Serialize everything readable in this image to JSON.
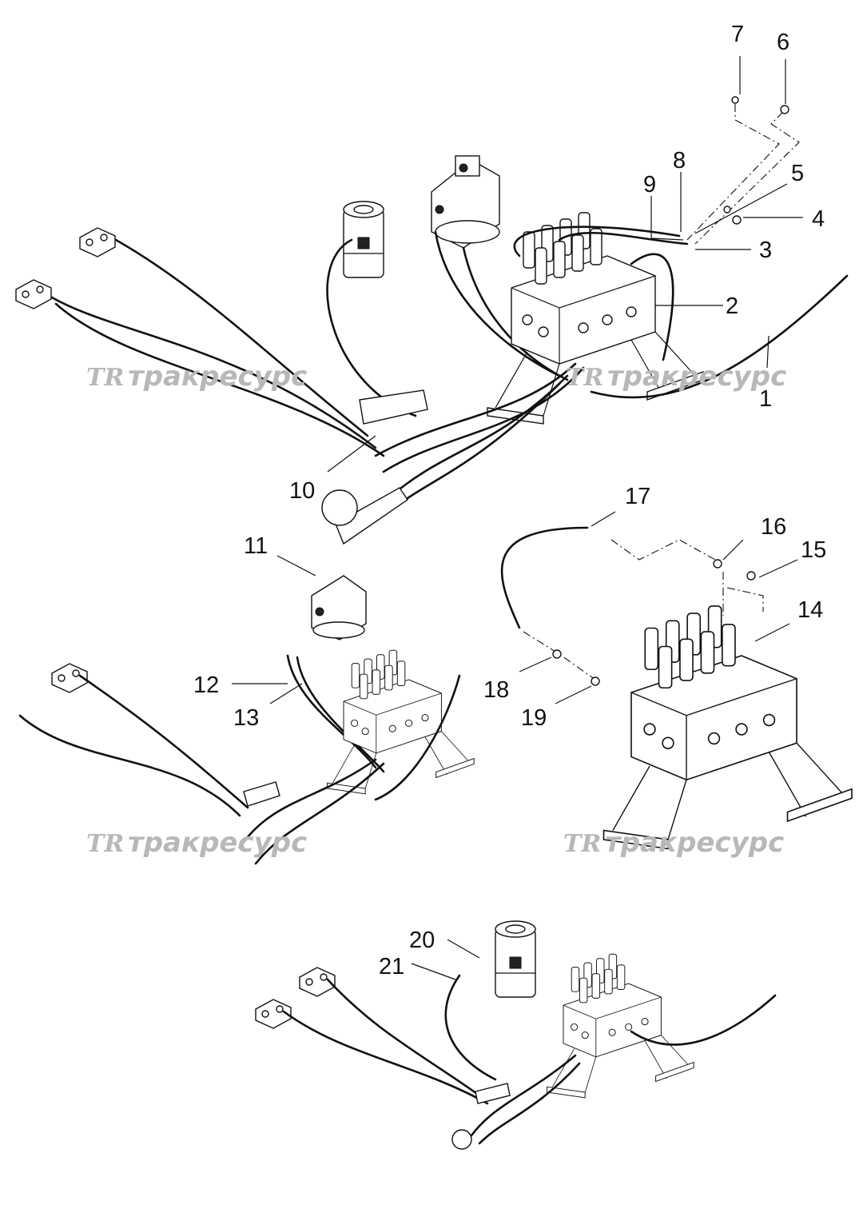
{
  "watermark": {
    "logo": "TR",
    "text": "тракресурс"
  },
  "callouts": [
    {
      "id": "1",
      "label": "1"
    },
    {
      "id": "2",
      "label": "2"
    },
    {
      "id": "3",
      "label": "3"
    },
    {
      "id": "4",
      "label": "4"
    },
    {
      "id": "5",
      "label": "5"
    },
    {
      "id": "6",
      "label": "6"
    },
    {
      "id": "7",
      "label": "7"
    },
    {
      "id": "8",
      "label": "8"
    },
    {
      "id": "9",
      "label": "9"
    },
    {
      "id": "10",
      "label": "10"
    },
    {
      "id": "11",
      "label": "11"
    },
    {
      "id": "12",
      "label": "12"
    },
    {
      "id": "13",
      "label": "13"
    },
    {
      "id": "14",
      "label": "14"
    },
    {
      "id": "15",
      "label": "15"
    },
    {
      "id": "16",
      "label": "16"
    },
    {
      "id": "17",
      "label": "17"
    },
    {
      "id": "18",
      "label": "18"
    },
    {
      "id": "19",
      "label": "19"
    },
    {
      "id": "20",
      "label": "20"
    },
    {
      "id": "21",
      "label": "21"
    }
  ]
}
